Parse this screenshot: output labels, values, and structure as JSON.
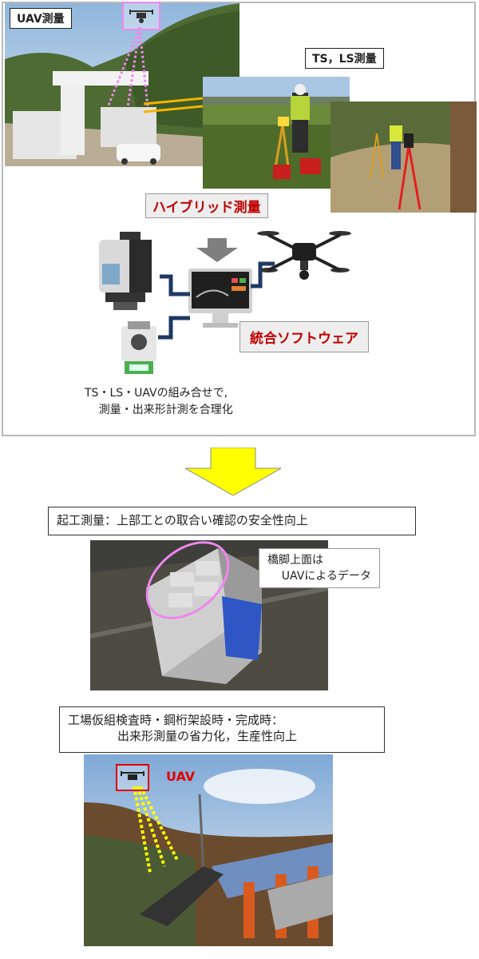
{
  "top": {
    "uav_tag": "UAV測量",
    "ts_ls_tag": "TS，LS測量",
    "hybrid_label": "ハイブリッド測量",
    "software_label": "統合ソフトウェア",
    "caption": "TS・LS・UAVの組み合せで,\n    測量・出来形計測を合理化"
  },
  "section1": {
    "heading": "起工測量：上部工との取合い確認の安全性向上",
    "callout": "橋脚上面は\n    UAVによるデータ"
  },
  "section2": {
    "heading": "工場仮組検査時・鋼桁架設時・完成時：\n             出来形測量の省力化，生産性向上",
    "uav_label": "UAV"
  },
  "colors": {
    "accent_red": "#c00000",
    "arrow_yellow": "#ffff00",
    "highlight_pink": "#ee88ee",
    "link_navy": "#1f3864"
  }
}
